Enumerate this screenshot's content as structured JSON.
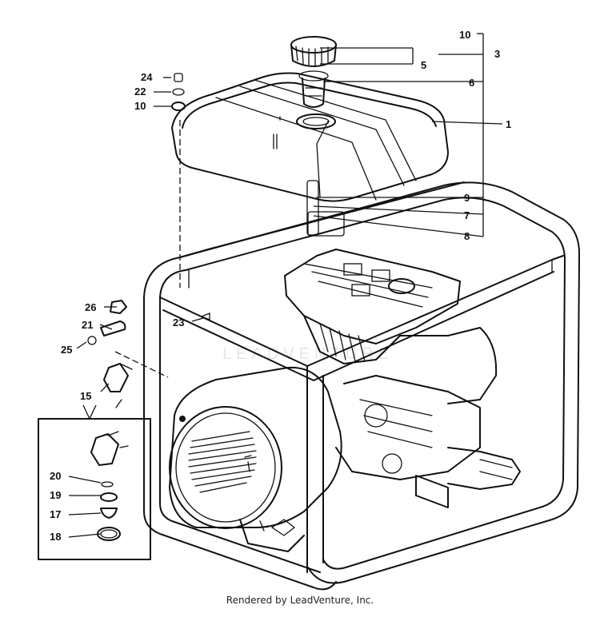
{
  "watermark": "LEADVENTURE",
  "footer": "Rendered by LeadVenture, Inc.",
  "callouts": {
    "c1": "1",
    "c3": "3",
    "c5": "5",
    "c6": "6",
    "c7": "7",
    "c8": "8",
    "c9": "9",
    "c10_top": "10",
    "c10_left": "10",
    "c15": "15",
    "c17": "17",
    "c18": "18",
    "c19": "19",
    "c20": "20",
    "c21": "21",
    "c22": "22",
    "c23": "23",
    "c24": "24",
    "c25": "25",
    "c26": "26"
  },
  "colors": {
    "ink": "#111111",
    "background": "#ffffff"
  }
}
